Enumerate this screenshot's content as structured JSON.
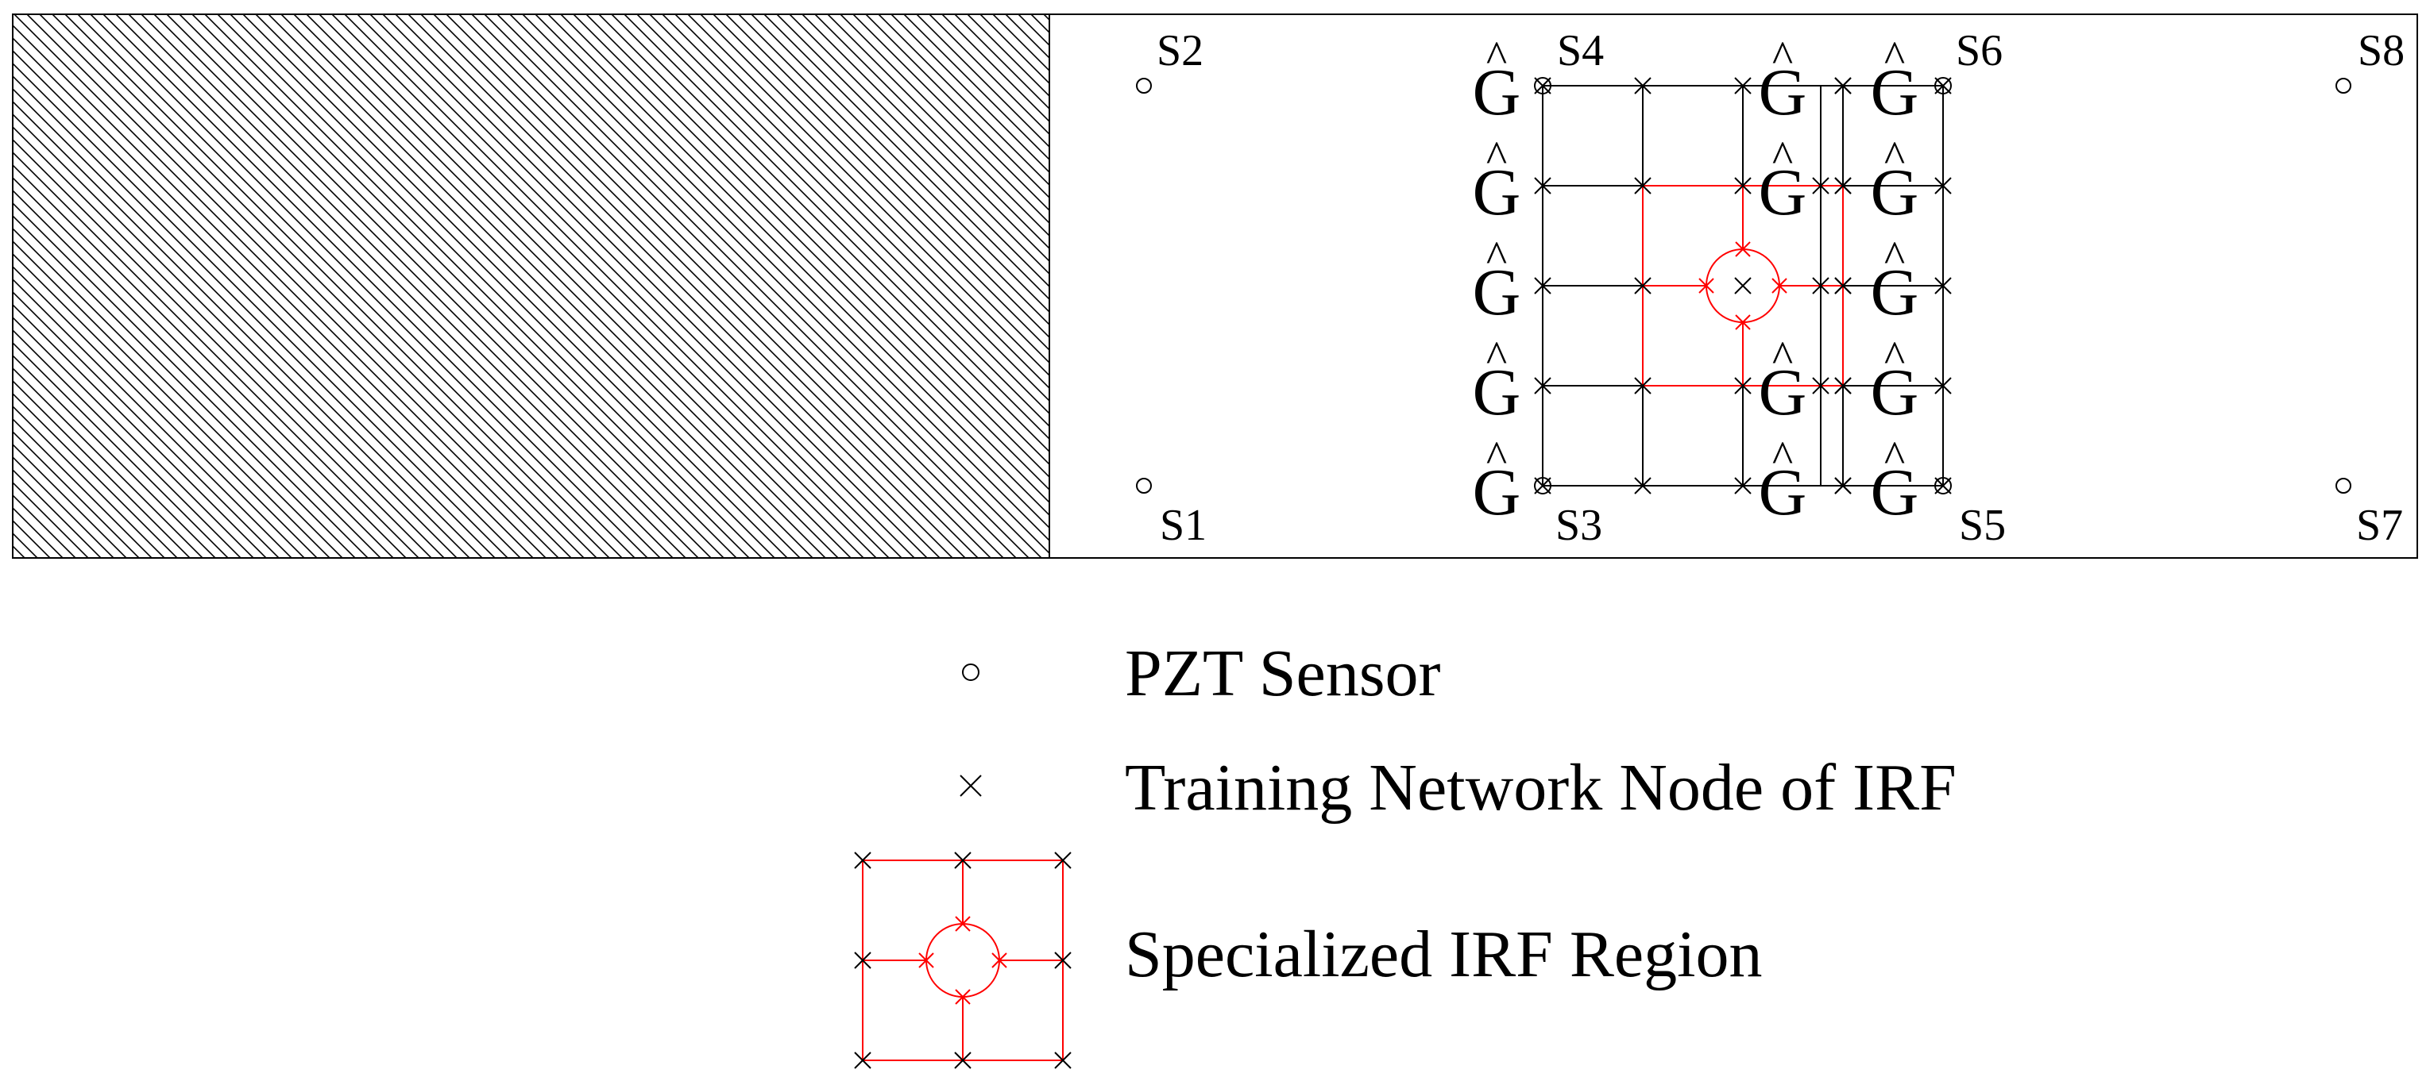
{
  "colors": {
    "frame": "#000000",
    "hatch": "#000000",
    "network": "#000000",
    "special": "#ff0000",
    "background": "#ffffff"
  },
  "symbols": {
    "sensor": "circle-marker",
    "node": "x-marker",
    "estimate": "G-hat",
    "estimate_letter": "G",
    "estimate_hat": "^"
  },
  "sensors": [
    {
      "id": "S1",
      "label": "S1"
    },
    {
      "id": "S2",
      "label": "S2"
    },
    {
      "id": "S3",
      "label": "S3"
    },
    {
      "id": "S4",
      "label": "S4"
    },
    {
      "id": "S5",
      "label": "S5"
    },
    {
      "id": "S6",
      "label": "S6"
    },
    {
      "id": "S7",
      "label": "S7"
    },
    {
      "id": "S8",
      "label": "S8"
    }
  ],
  "network": {
    "columns": 5,
    "rows": 5,
    "special_region": "center 3x3 with circle"
  },
  "g_hat_marks": [
    {
      "col": 0,
      "row": 0
    },
    {
      "col": 0,
      "row": 1
    },
    {
      "col": 0,
      "row": 2
    },
    {
      "col": 0,
      "row": 3
    },
    {
      "col": 0,
      "row": 4
    },
    {
      "col": 3,
      "row": 0
    },
    {
      "col": 3,
      "row": 1
    },
    {
      "col": 3,
      "row": 3
    },
    {
      "col": 3,
      "row": 4
    },
    {
      "col": 4,
      "row": 0
    },
    {
      "col": 4,
      "row": 1
    },
    {
      "col": 4,
      "row": 2
    },
    {
      "col": 4,
      "row": 3
    },
    {
      "col": 4,
      "row": 4
    }
  ],
  "legend": {
    "items": [
      {
        "symbol": "circle-marker",
        "label": "PZT Sensor"
      },
      {
        "symbol": "x-marker",
        "label": "Training Network Node of IRF"
      },
      {
        "symbol": "special-region-icon",
        "label": "Specialized IRF Region"
      }
    ]
  }
}
